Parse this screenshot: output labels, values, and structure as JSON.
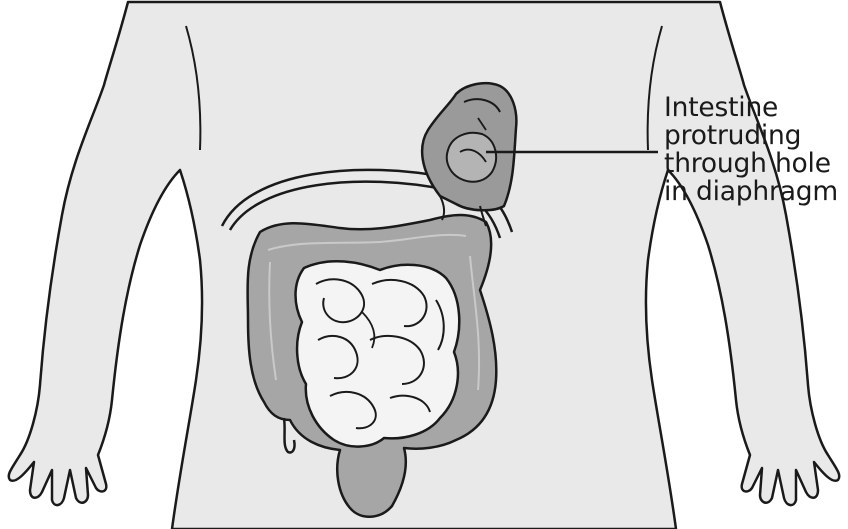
{
  "callout": {
    "lines": [
      "Intestine",
      "protruding",
      "through hole",
      "in diaphragm"
    ]
  },
  "colors": {
    "body_fill": "#e9e9e9",
    "outline": "#1a1a1a",
    "colon_fill": "#a6a6a6",
    "herniated_fill": "#9a9a9a",
    "small_intestine_fill": "#f4f4f4",
    "background": "#ffffff"
  },
  "icons": {
    "figure": "human-torso-outline",
    "organ": "intestines-illustration"
  }
}
